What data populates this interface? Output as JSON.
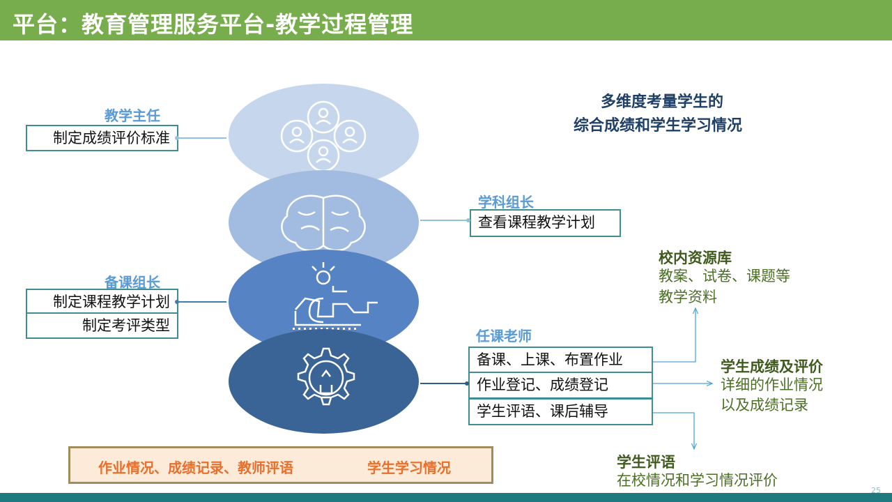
{
  "title": "平台：教育管理服务平台-教学过程管理",
  "page_number": "25",
  "center_text": {
    "line1": "多维度考量学生的",
    "line2": "综合成绩和学生学习情况"
  },
  "roles": {
    "director": {
      "title": "教学主任",
      "items": [
        "制定成绩评价标准"
      ]
    },
    "subject_leader": {
      "title": "学科组长",
      "items": [
        "查看课程教学计划"
      ]
    },
    "prep_leader": {
      "title": "备课组长",
      "items": [
        "制定课程教学计划",
        "制定考评类型"
      ]
    },
    "teacher": {
      "title": "任课老师",
      "items": [
        "备课、上课、布置作业",
        "作业登记、成绩登记",
        "学生评语、课后辅导"
      ]
    }
  },
  "outputs": {
    "resources": {
      "title": "校内资源库",
      "line1": "教案、试卷、课题等",
      "line2": "教学资料"
    },
    "grades": {
      "title": "学生成绩及评价",
      "line1": "详细的作业情况",
      "line2": "以及成绩记录"
    },
    "comments": {
      "title": "学生评语",
      "line1": "在校情况和学习情况评价"
    }
  },
  "bottom": {
    "left": "作业情况、成绩记录、教师评语",
    "right": "学生学习情况"
  },
  "icons": [
    "people-icon",
    "brain-icon",
    "microscope-icon",
    "gear-lightbulb-icon"
  ],
  "colors": {
    "title_bar": "#78ad4d",
    "ellipse_1": "#c5d6ed",
    "ellipse_2": "#a2bbe1",
    "ellipse_3": "#5683c4",
    "ellipse_4": "#3b6496",
    "box_border": "#3f8d93"
  }
}
